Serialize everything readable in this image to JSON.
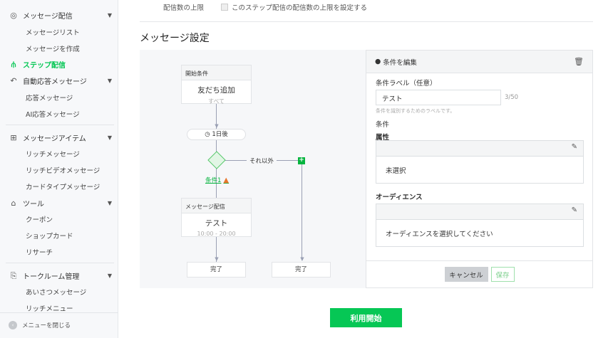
{
  "sidebar": {
    "sections": [
      {
        "label": "メッセージ配信",
        "icon": "broadcast-icon",
        "items": [
          "メッセージリスト",
          "メッセージを作成"
        ]
      },
      {
        "label": "ステップ配信",
        "icon": "step-flow-icon",
        "active": true
      },
      {
        "label": "自動応答メッセージ",
        "icon": "reply-icon",
        "items": [
          "応答メッセージ",
          "AI応答メッセージ"
        ]
      },
      {
        "label": "メッセージアイテム",
        "icon": "add-item-icon",
        "items": [
          "リッチメッセージ",
          "リッチビデオメッセージ",
          "カードタイプメッセージ"
        ]
      },
      {
        "label": "ツール",
        "icon": "shop-icon",
        "items": [
          "クーポン",
          "ショップカード",
          "リサーチ"
        ]
      },
      {
        "label": "トークルーム管理",
        "icon": "chat-room-icon",
        "items": [
          "あいさつメッセージ",
          "リッチメニュー"
        ]
      }
    ],
    "close_label": "メニューを閉じる"
  },
  "top": {
    "label": "配信数の上限",
    "checkbox_label": "このステップ配信の配信数の上限を設定する",
    "checked": false
  },
  "heading": "メッセージ設定",
  "flow": {
    "start_node": {
      "header": "開始条件",
      "title": "友だち追加",
      "sub": "すべて"
    },
    "delay": "1日後",
    "else_label": "それ以外",
    "condition_label": "条件1",
    "message_node": {
      "header": "メッセージ配信",
      "title": "テスト",
      "sub": "10:00 - 20:00"
    },
    "end_left": "完了",
    "end_right": "完了"
  },
  "panel": {
    "title": "条件を編集",
    "label_title": "条件ラベル（任意）",
    "label_value": "テスト",
    "label_count": "3/50",
    "label_hint": "条件を識別するためのラベルです。",
    "condition_title": "条件",
    "attribute_title": "属性",
    "attribute_value": "未選択",
    "audience_title": "オーディエンス",
    "audience_value": "オーディエンスを選択してください",
    "cancel": "キャンセル",
    "save": "保存"
  },
  "start_button": "利用開始",
  "colors": {
    "accent": "#06c755",
    "warning": "#e8762c"
  }
}
